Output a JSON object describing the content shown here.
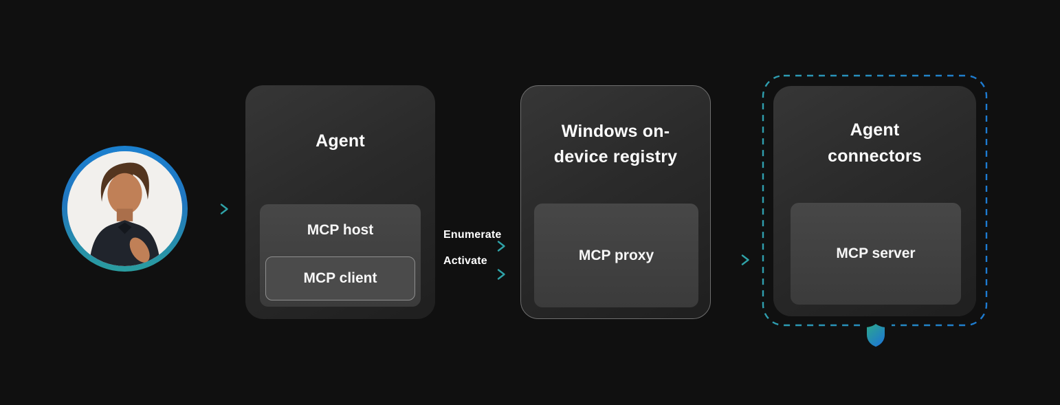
{
  "background": "#101010",
  "palette": {
    "arrow_blue": "#1e6fc4",
    "arrow_teal": "#2fa3a8",
    "boundary_teal": "#2f9fae",
    "boundary_blue": "#1d7ad1",
    "shield_teal": "#2da98c",
    "shield_blue": "#1e78cf",
    "panel_dark": "#2a2a2a",
    "subpanel_grey": "#414141",
    "text": "#ffffff"
  },
  "icons": {
    "avatar": "user-photo",
    "shield": "security-shield"
  },
  "nodes": {
    "agent": {
      "title": "Agent",
      "host": "MCP host",
      "client": "MCP client"
    },
    "registry": {
      "title_lines": [
        "Windows on-",
        "device registry"
      ],
      "proxy": "MCP proxy"
    },
    "connectors": {
      "title_lines": [
        "Agent",
        "connectors"
      ],
      "server": "MCP server"
    }
  },
  "flows": {
    "enumerate": "Enumerate",
    "activate": "Activate"
  }
}
